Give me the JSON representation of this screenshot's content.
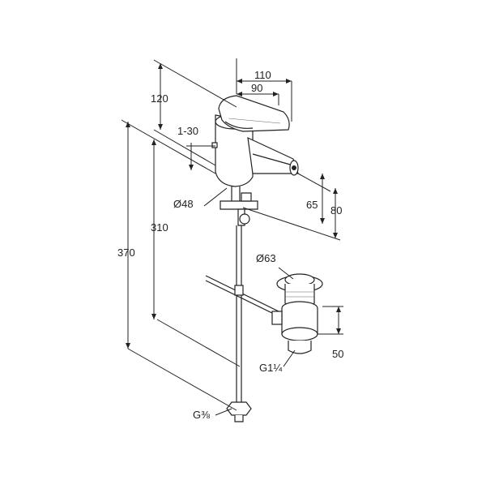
{
  "dimensions": {
    "d110": "110",
    "d90": "90",
    "d120": "120",
    "d1_30": "1-30",
    "d48": "Ø48",
    "d310": "310",
    "d370": "370",
    "d65": "65",
    "d80": "80",
    "d63": "Ø63",
    "d50": "50",
    "g114": "G1¼",
    "g38": "G⅜"
  },
  "colors": {
    "line": "#222222",
    "background": "#ffffff"
  }
}
